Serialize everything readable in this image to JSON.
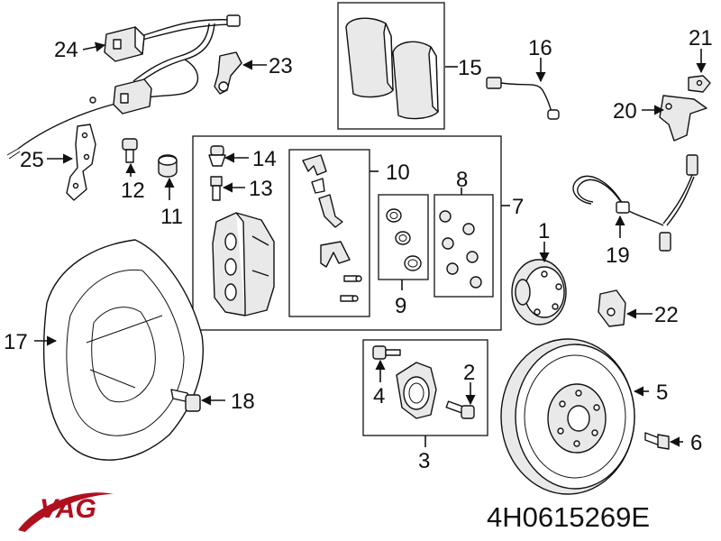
{
  "brand": {
    "logo_text": "VAG",
    "logo_color": "#b0101e"
  },
  "part_number": "4H0615269E",
  "callouts": [
    {
      "id": "1",
      "text": "1"
    },
    {
      "id": "2",
      "text": "2"
    },
    {
      "id": "3",
      "text": "3"
    },
    {
      "id": "4",
      "text": "4"
    },
    {
      "id": "5",
      "text": "5"
    },
    {
      "id": "6",
      "text": "6"
    },
    {
      "id": "7",
      "text": "7"
    },
    {
      "id": "8",
      "text": "8"
    },
    {
      "id": "9",
      "text": "9"
    },
    {
      "id": "10",
      "text": "10"
    },
    {
      "id": "11",
      "text": "11"
    },
    {
      "id": "12",
      "text": "12"
    },
    {
      "id": "13",
      "text": "13"
    },
    {
      "id": "14",
      "text": "14"
    },
    {
      "id": "15",
      "text": "15"
    },
    {
      "id": "16",
      "text": "16"
    },
    {
      "id": "17",
      "text": "17"
    },
    {
      "id": "18",
      "text": "18"
    },
    {
      "id": "19",
      "text": "19"
    },
    {
      "id": "20",
      "text": "20"
    },
    {
      "id": "21",
      "text": "21"
    },
    {
      "id": "22",
      "text": "22"
    },
    {
      "id": "23",
      "text": "23"
    },
    {
      "id": "24",
      "text": "24"
    },
    {
      "id": "25",
      "text": "25"
    }
  ]
}
